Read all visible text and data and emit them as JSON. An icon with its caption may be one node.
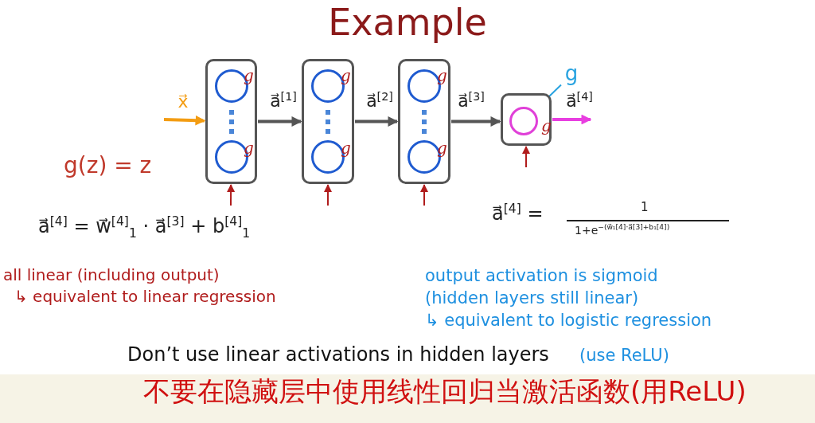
{
  "diagram": {
    "title": "Example",
    "nodes": [
      {
        "text": [],
        "shape": "box"
      },
      {
        "text": [],
        "shape": "circle",
        "in": 0,
        "beside": [
          "g"
        ]
      },
      {
        "text": [],
        "shape": "circle",
        "in": 0,
        "beside": [
          "g"
        ]
      },
      {
        "text": [],
        "shape": "box"
      },
      {
        "text": [],
        "shape": "circle",
        "in": 3,
        "beside": [
          "g"
        ]
      },
      {
        "text": [],
        "shape": "circle",
        "in": 3,
        "beside": [
          "g"
        ]
      },
      {
        "text": [],
        "shape": "box"
      },
      {
        "text": [],
        "shape": "circle",
        "in": 6,
        "beside": [
          "g"
        ]
      },
      {
        "text": [],
        "shape": "circle",
        "in": 6,
        "beside": [
          "g"
        ]
      },
      {
        "text": [],
        "shape": "box"
      },
      {
        "text": [],
        "shape": "circle",
        "in": 9,
        "beside": [
          "g"
        ]
      },
      {
        "text": [
          "g"
        ]
      }
    ],
    "edges": [
      {
        "from": null,
        "to": 0,
        "arrow": "to",
        "label": "x⃗",
        "color": "#f39c12",
        "style": "thick"
      },
      {
        "from": 0,
        "to": 3,
        "arrow": "to",
        "label": "a⃗$^{[1]}$",
        "color": "#555555",
        "style": "thick"
      },
      {
        "from": 3,
        "to": 6,
        "arrow": "to",
        "label": "a⃗$^{[2]}$",
        "color": "#555555",
        "style": "thick"
      },
      {
        "from": 6,
        "to": 9,
        "arrow": "to",
        "label": "a⃗$^{[3]}$",
        "color": "#555555",
        "style": "thick"
      },
      {
        "from": 9,
        "to": null,
        "arrow": "to",
        "label": "a⃗$^{[4]}$",
        "color": "#e83ee0",
        "style": "thick"
      },
      {
        "from": 11,
        "to": 10,
        "arrow": "none",
        "color": "#29a3e0"
      },
      {
        "from": null,
        "to": 0,
        "arrow": "to",
        "color": "#b01c1c"
      },
      {
        "from": null,
        "to": 3,
        "arrow": "to",
        "color": "#b01c1c"
      },
      {
        "from": null,
        "to": 6,
        "arrow": "to",
        "color": "#b01c1c"
      },
      {
        "from": null,
        "to": 9,
        "arrow": "to",
        "color": "#b01c1c"
      }
    ],
    "labels": [
      "g(z) = z",
      "a⃗$^{[4]}$ = w⃗$^{[4]}$$_{1}$ · a⃗$^{[3]}$ + b$^{[4]}$$_{1}$",
      "a⃗$^{[4]}$ =",
      "1",
      "1+e$^{−(w⃗₁[4]·a⃗[3]+b₁[4])}$",
      "all linear (including output)",
      "↳ equivalent to linear regression",
      "output activation is sigmoid",
      "(hidden layers still linear)",
      "↳ equivalent to logistic regression",
      "Don’t use linear activations in hidden layers",
      "(use ReLU)",
      "不要在隐藏层中使用线性回归当激活函数(用ReLU)"
    ]
  }
}
